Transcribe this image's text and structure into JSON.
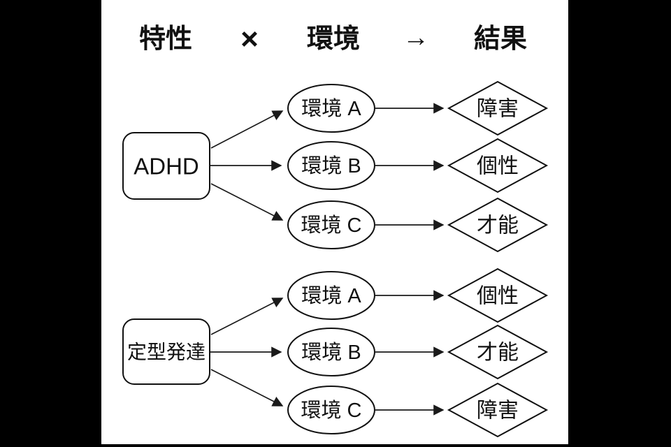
{
  "header": {
    "trait_label": "特性",
    "times_symbol": "×",
    "environment_label": "環境",
    "arrow_symbol": "→",
    "result_label": "結果"
  },
  "palette": {
    "blue": {
      "fill": "#dae8fc",
      "stroke": "#9bb3d5"
    },
    "green": {
      "fill": "#d9e9d3",
      "stroke": "#91b884"
    },
    "orange": {
      "fill": "#fce6cb",
      "stroke": "#d8b279"
    },
    "ink": "#111111",
    "background": "#000000",
    "page": "#ffffff"
  },
  "groups": [
    {
      "source": "ADHD",
      "rows": [
        {
          "environment": "環境 A",
          "outcome": "障害",
          "color": "blue"
        },
        {
          "environment": "環境 B",
          "outcome": "個性",
          "color": "green"
        },
        {
          "environment": "環境 C",
          "outcome": "才能",
          "color": "orange"
        }
      ]
    },
    {
      "source": "定型発達",
      "rows": [
        {
          "environment": "環境 A",
          "outcome": "個性",
          "color": "green"
        },
        {
          "environment": "環境 B",
          "outcome": "才能",
          "color": "orange"
        },
        {
          "environment": "環境 C",
          "outcome": "障害",
          "color": "blue"
        }
      ]
    }
  ]
}
